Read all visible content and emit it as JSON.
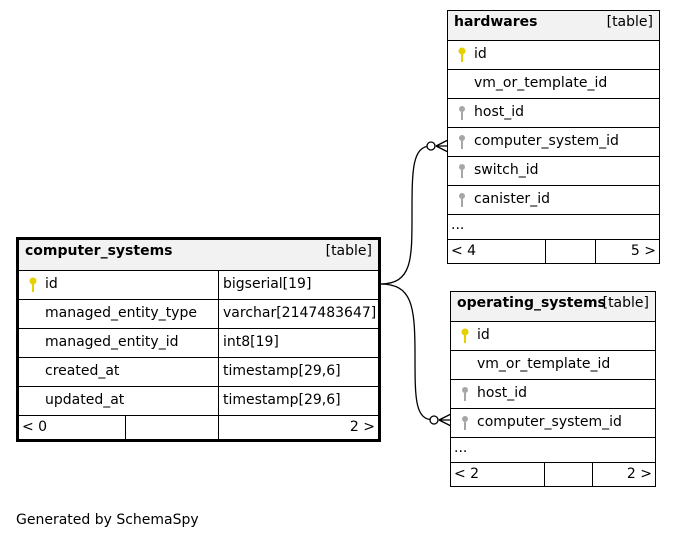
{
  "tables": {
    "computer_systems": {
      "name": "computer_systems",
      "kind": "[table]",
      "columns": [
        {
          "name": "id",
          "type": "bigserial[19]",
          "key": "primary"
        },
        {
          "name": "managed_entity_type",
          "type": "varchar[2147483647]",
          "key": "none"
        },
        {
          "name": "managed_entity_id",
          "type": "int8[19]",
          "key": "none"
        },
        {
          "name": "created_at",
          "type": "timestamp[29,6]",
          "key": "none"
        },
        {
          "name": "updated_at",
          "type": "timestamp[29,6]",
          "key": "none"
        }
      ],
      "parents_label": "< 0",
      "children_label": "2 >"
    },
    "hardwares": {
      "name": "hardwares",
      "kind": "[table]",
      "columns": [
        {
          "name": "id",
          "key": "primary"
        },
        {
          "name": "vm_or_template_id",
          "key": "none"
        },
        {
          "name": "host_id",
          "key": "foreign"
        },
        {
          "name": "computer_system_id",
          "key": "foreign"
        },
        {
          "name": "switch_id",
          "key": "foreign"
        },
        {
          "name": "canister_id",
          "key": "foreign"
        }
      ],
      "ellipsis": "...",
      "parents_label": "< 4",
      "children_label": "5 >"
    },
    "operating_systems": {
      "name": "operating_systems",
      "kind": "[table]",
      "columns": [
        {
          "name": "id",
          "key": "primary"
        },
        {
          "name": "vm_or_template_id",
          "key": "none"
        },
        {
          "name": "host_id",
          "key": "foreign"
        },
        {
          "name": "computer_system_id",
          "key": "foreign"
        }
      ],
      "ellipsis": "...",
      "parents_label": "< 2",
      "children_label": "2 >"
    }
  },
  "colors": {
    "primary_key": "#e6d000",
    "foreign_key": "#a6a6a6",
    "header_bg": "#f2f2f2"
  },
  "footer_text": "Generated by SchemaSpy"
}
